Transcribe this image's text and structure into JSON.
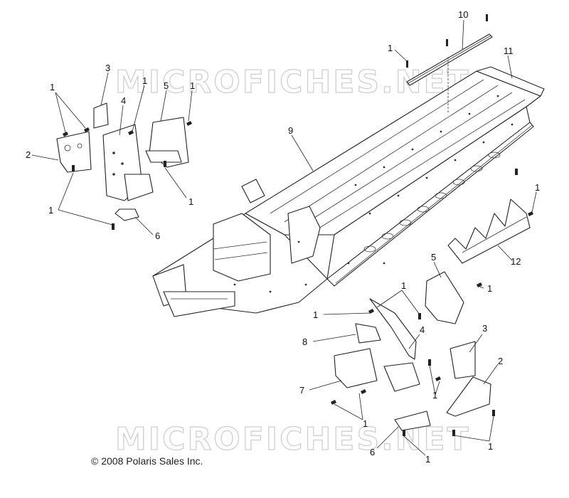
{
  "copyright": "© 2008 Polaris Sales Inc.",
  "watermark": "MICROFICHES.NET",
  "callouts": {
    "c1a": "1",
    "c1b": "1",
    "c1c": "1",
    "c1d": "1",
    "c1e": "1",
    "c1f": "1",
    "c1g": "1",
    "c1h": "1",
    "c1i": "1",
    "c1j": "1",
    "c1k": "1",
    "c1l": "1",
    "c1m": "1",
    "c1n": "1",
    "c2a": "2",
    "c2b": "2",
    "c3a": "3",
    "c3b": "3",
    "c4a": "4",
    "c4b": "4",
    "c5a": "5",
    "c5b": "5",
    "c6a": "6",
    "c6b": "6",
    "c7": "7",
    "c8": "8",
    "c9": "9",
    "c10": "10",
    "c11": "11",
    "c12": "12"
  }
}
